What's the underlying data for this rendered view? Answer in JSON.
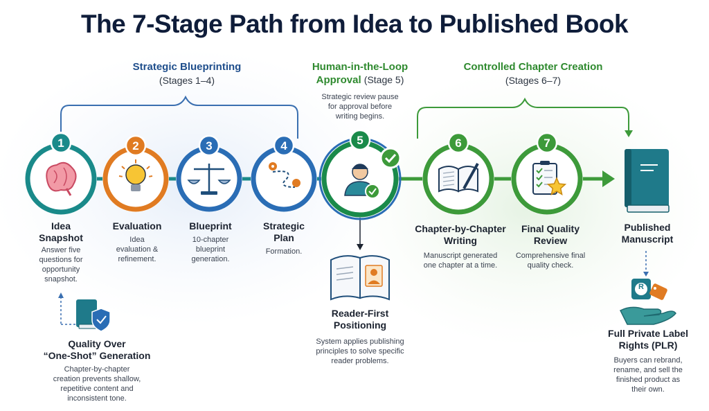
{
  "title": "The 7-Stage Path from Idea to Published Book",
  "groups": {
    "blueprinting": {
      "title": "Strategic Blueprinting",
      "subtitle": "(Stages 1–4)"
    },
    "approval": {
      "title": "Human-in-the-Loop",
      "title2": "Approval",
      "stage_ref": "(Stage 5)",
      "desc": [
        "Strategic review pause",
        "for approval before",
        "writing begins."
      ]
    },
    "creation": {
      "title": "Controlled Chapter Creation",
      "subtitle": "(Stages 6–7)"
    }
  },
  "stages": [
    {
      "num": "1",
      "name": [
        "Idea",
        "Snapshot"
      ],
      "desc": [
        "Answer five",
        "questions for",
        "opportunity",
        "snapshot."
      ],
      "icon": "brain-icon",
      "color": "#1a8a8a"
    },
    {
      "num": "2",
      "name": [
        "Evaluation"
      ],
      "desc": [
        "Idea",
        "evaluation &",
        "refinement."
      ],
      "icon": "lightbulb-icon",
      "color": "#e07b22"
    },
    {
      "num": "3",
      "name": [
        "Blueprint"
      ],
      "desc": [
        "10-chapter",
        "blueprint",
        "generation."
      ],
      "icon": "scales-icon",
      "color": "#2a6db5"
    },
    {
      "num": "4",
      "name": [
        "Strategic",
        "Plan"
      ],
      "desc": [
        "Formation."
      ],
      "icon": "route-icon",
      "color": "#2a6db5"
    },
    {
      "num": "5",
      "name": [],
      "desc": [],
      "icon": "reviewer-icon",
      "color": "#1a8a4a"
    },
    {
      "num": "6",
      "name": [
        "Chapter-by-Chapter",
        "Writing"
      ],
      "desc": [
        "Manuscript generated",
        "one chapter at a time."
      ],
      "icon": "open-book-pen-icon",
      "color": "#3d9a3a"
    },
    {
      "num": "7",
      "name": [
        "Final Quality",
        "Review"
      ],
      "desc": [
        "Comprehensive final",
        "quality check."
      ],
      "icon": "checklist-star-icon",
      "color": "#3d9a3a"
    }
  ],
  "published": {
    "name": [
      "Published",
      "Manuscript"
    ],
    "icon": "closed-book-icon"
  },
  "quality": {
    "title": [
      "Quality Over",
      "“One-Shot” Generation"
    ],
    "desc": [
      "Chapter-by-chapter",
      "creation prevents shallow,",
      "repetitive content and",
      "inconsistent tone."
    ],
    "icon": "book-shield-icon"
  },
  "reader": {
    "title": [
      "Reader-First",
      "Positioning"
    ],
    "desc": [
      "System applies publishing",
      "principles to solve specific",
      "reader problems."
    ],
    "icon": "reader-book-icon"
  },
  "plr": {
    "title": [
      "Full Private Label",
      "Rights (PLR)"
    ],
    "desc": [
      "Buyers can rebrand,",
      "rename, and sell the",
      "finished product as",
      "their own."
    ],
    "icon": "hand-tag-icon",
    "badge": "R"
  },
  "colors": {
    "teal": "#1a8a8a",
    "orange": "#e07b22",
    "blue": "#2a6db5",
    "green": "#3d9a3a",
    "navy": "#0f1d3a",
    "accent_green": "#2f9a45"
  }
}
